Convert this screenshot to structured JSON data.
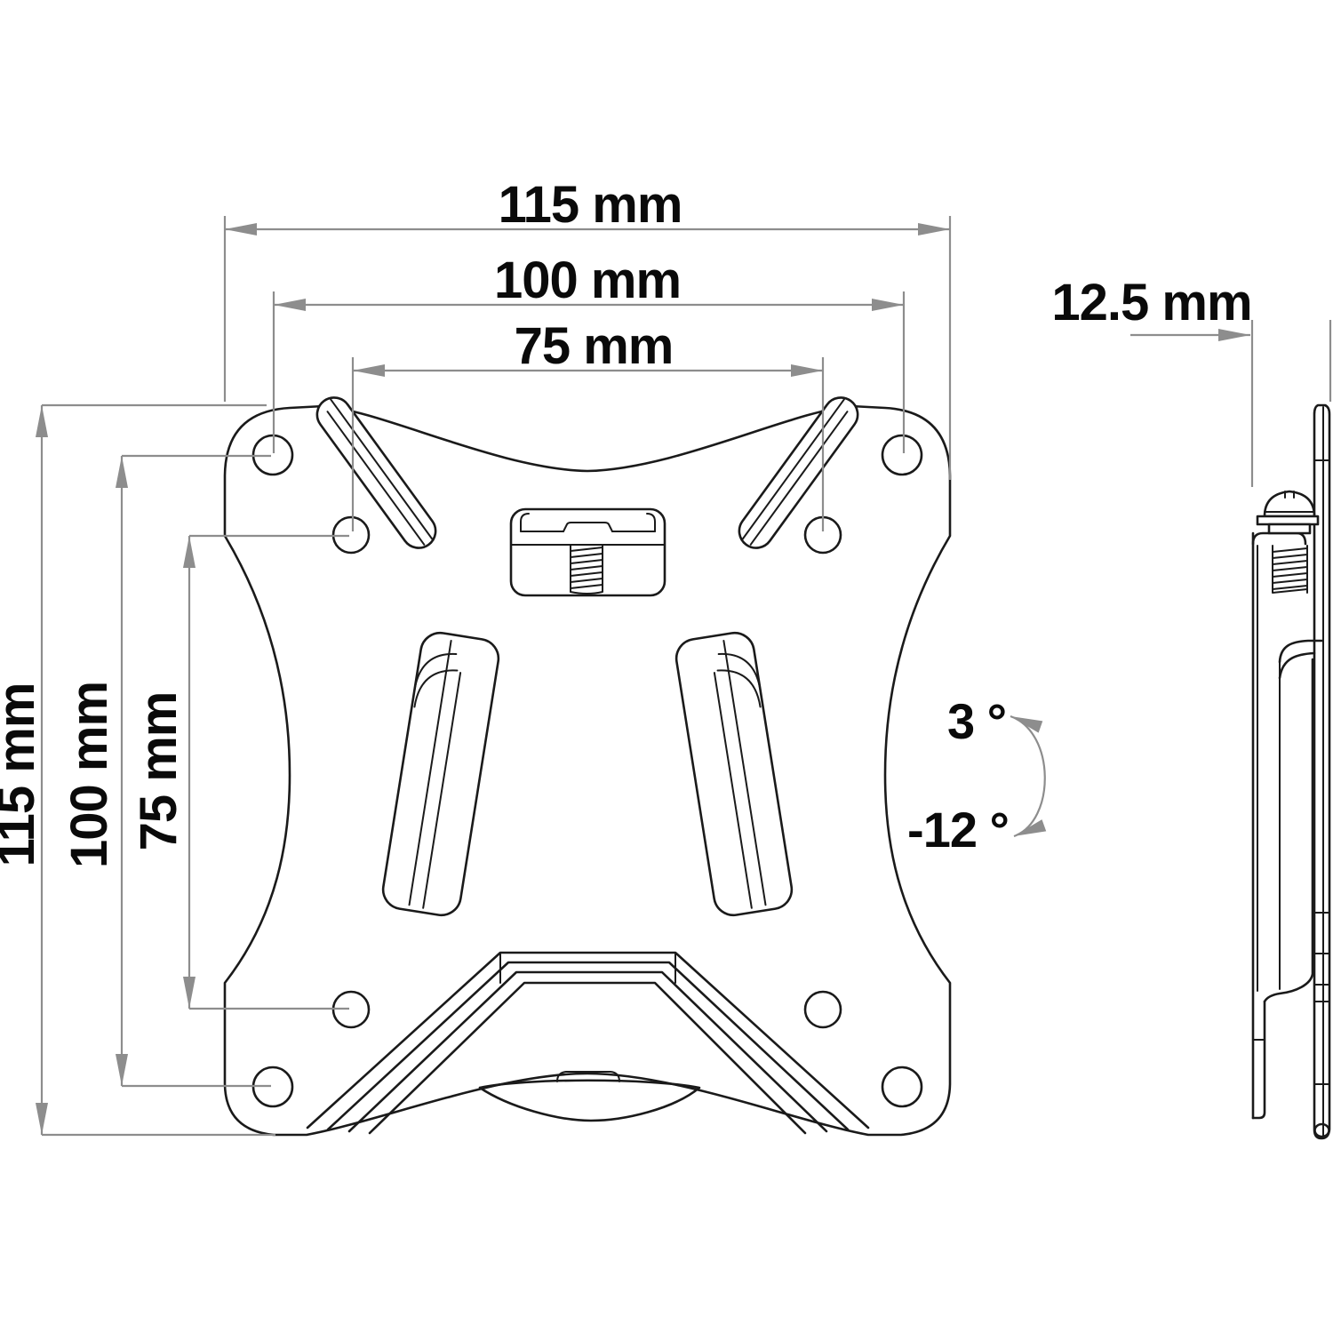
{
  "front_view": {
    "dim_width_outer": "115 mm",
    "dim_width_vesa100": "100 mm",
    "dim_width_vesa75": "75 mm",
    "dim_height_outer": "115 mm",
    "dim_height_vesa100": "100 mm",
    "dim_height_vesa75": "75 mm"
  },
  "side_view": {
    "dim_thickness": "12.5 mm",
    "tilt_up_angle": "3 °",
    "tilt_down_angle": "-12 °"
  },
  "colors": {
    "outline": "#1a1a1a",
    "dimension": "#8d8d8d",
    "text": "#000000",
    "background": "#ffffff"
  }
}
